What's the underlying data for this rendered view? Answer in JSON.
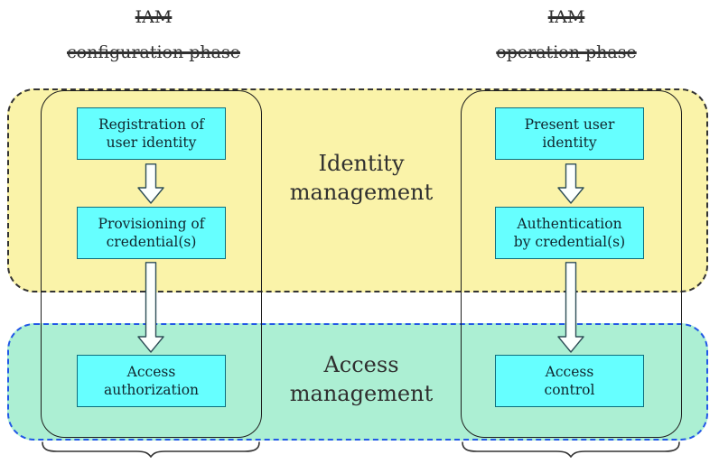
{
  "palette": {
    "identity_band_fill": "#FAF3A9",
    "identity_band_border": "#333333",
    "access_band_fill": "#ACEFD3",
    "access_band_border": "#2258E6",
    "process_box_fill": "#66FFFF",
    "process_box_border": "#0E6E7E",
    "arrow_fill": "#FCFFFE",
    "arrow_stroke": "#2E4E57",
    "brace_color": "#333333",
    "header_text": "#303030",
    "band_label_text": "#2F2F2F",
    "box_text": "#10262E"
  },
  "headers": {
    "left": {
      "line1": "IAM",
      "line2": "configuration phase"
    },
    "right": {
      "line1": "IAM",
      "line2": "operation phase"
    }
  },
  "bands": {
    "identity": {
      "label": "Identity\nmanagement"
    },
    "access": {
      "label": "Access\nmanagement"
    }
  },
  "flows": {
    "configuration": {
      "step1": "Registration of\nuser identity",
      "step2": "Provisioning of\ncredential(s)",
      "step3": "Access\nauthorization"
    },
    "operation": {
      "step1": "Present user\nidentity",
      "step2": "Authentication\nby credential(s)",
      "step3": "Access\ncontrol"
    }
  }
}
